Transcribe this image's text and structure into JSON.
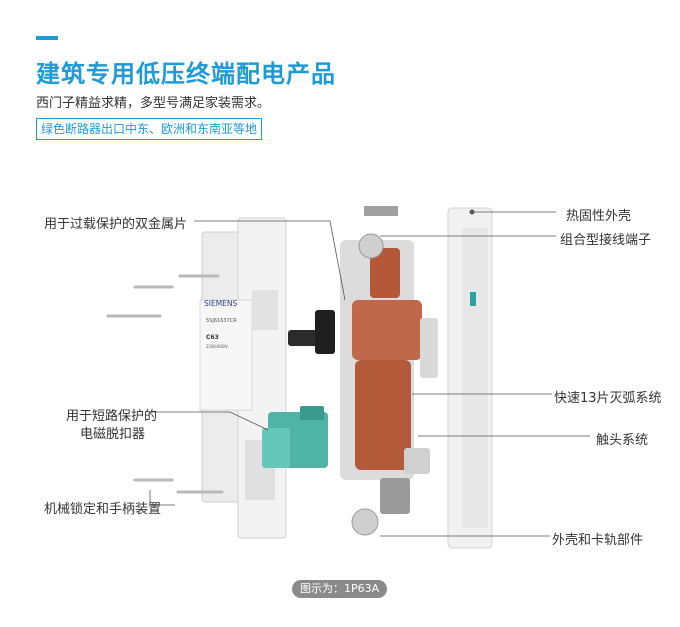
{
  "header": {
    "title": "建筑专用低压终端配电产品",
    "subtitle": "西门子精益求精，多型号满足家装需求。",
    "tag": "绿色断路器出口中东、欧洲和东南亚等地"
  },
  "labels_left": {
    "bimetal": "用于过载保护的双金属片",
    "magnetic_line1": "用于短路保护的",
    "magnetic_line2": "电磁脱扣器",
    "lock": "机械锁定和手柄装置"
  },
  "labels_right": {
    "housing_heat": "热固性外壳",
    "terminal": "组合型接线端子",
    "arc": "快速13片灭弧系统",
    "contact": "触头系统",
    "rail": "外壳和卡轨部件"
  },
  "device": {
    "brand": "SIEMENS",
    "model": "5SJ61637CR",
    "rating": "C63",
    "voltage": "230/400V"
  },
  "caption": "图示为：1P63A",
  "colors": {
    "accent": "#1e9bd7",
    "copper": "#b5583a",
    "teal": "#4fb3a6",
    "housing": "#e9e9e9"
  }
}
